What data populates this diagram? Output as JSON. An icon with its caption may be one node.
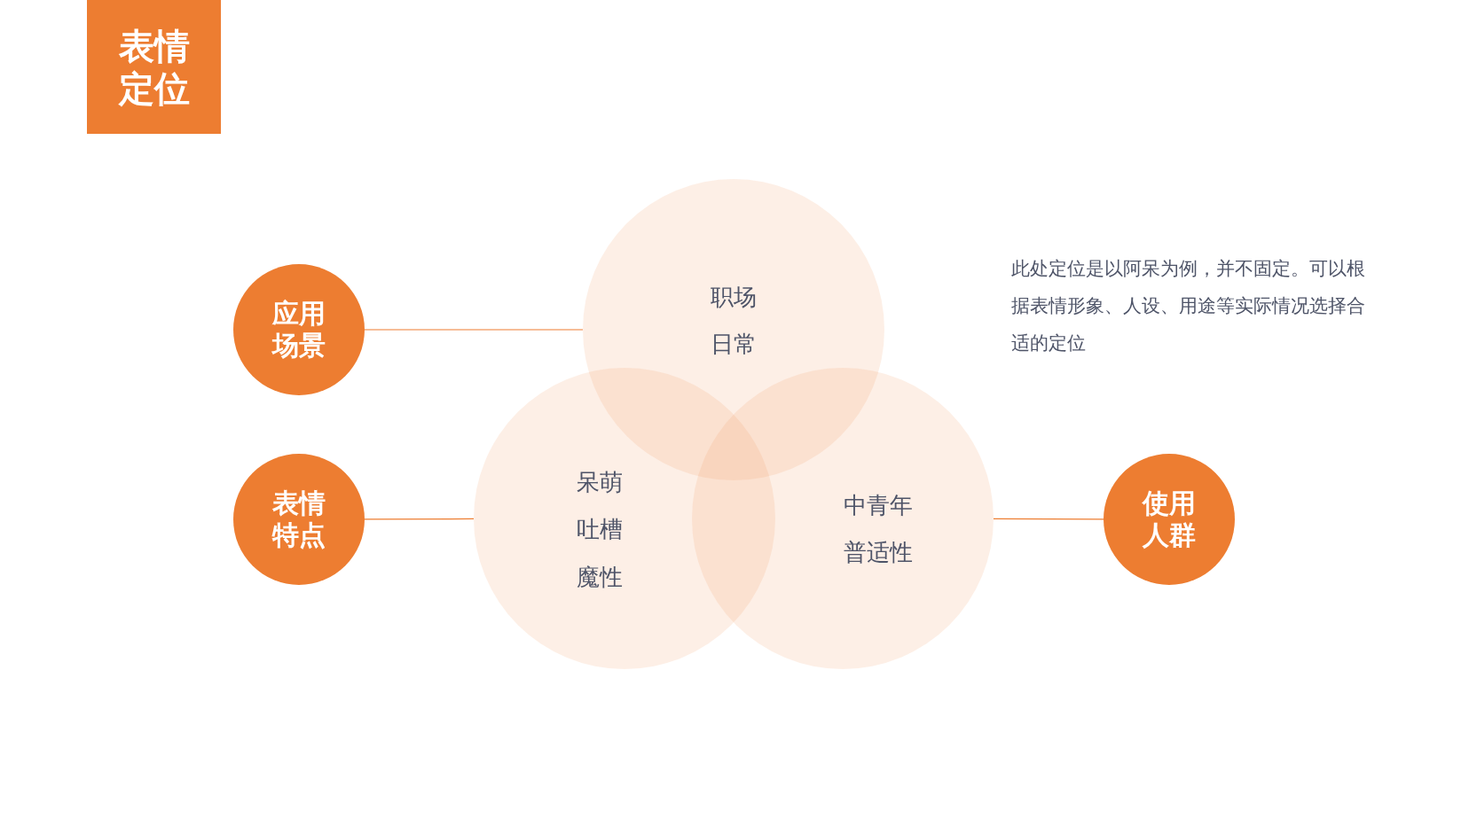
{
  "diagram": {
    "nodes": [
      {
        "text": [
          "表情定位"
        ]
      },
      {
        "text": [
          "应用场景"
        ]
      },
      {
        "text": [
          "职场",
          "日常"
        ]
      },
      {
        "text": [
          "表情特点"
        ]
      },
      {
        "text": [
          "呆萌",
          "吐槽",
          "魔性"
        ]
      },
      {
        "text": [
          "中青年",
          "普适性"
        ]
      },
      {
        "text": [
          "使用人群"
        ]
      }
    ],
    "edges": [
      {
        "from": 1,
        "to": 2,
        "arrow": "none"
      },
      {
        "from": 3,
        "to": 4,
        "arrow": "none"
      },
      {
        "from": 6,
        "to": 5,
        "arrow": "none"
      }
    ],
    "labels": [
      "此处定位是以阿呆为例，并不固定。可以根据表情形象、人设、用途等实际情况选择合适的定位"
    ]
  }
}
